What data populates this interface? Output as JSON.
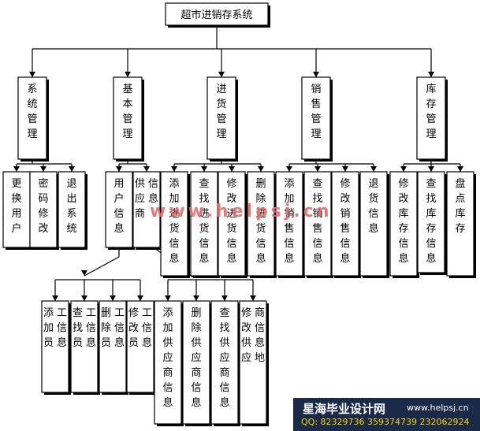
{
  "diagram": {
    "root": "超市进销存系统",
    "modules": [
      {
        "label": "系统管理",
        "children": [
          "更换用户",
          "密码修改",
          "退出系统"
        ]
      },
      {
        "label": "基本管理",
        "children": [
          "用户信息",
          "供应商信息"
        ]
      },
      {
        "label": "进货管理",
        "children": [
          "添加进货信息",
          "查找进货信息",
          "修改进货信息",
          "删除进货信息"
        ]
      },
      {
        "label": "销售管理",
        "children": [
          "添加销售信息",
          "查找销售信息",
          "修改销售信息",
          "退货信息"
        ]
      },
      {
        "label": "库存管理",
        "children": [
          "修改库存信息",
          "查找库存信息",
          "盘点库存"
        ]
      }
    ],
    "user_children": [
      "添加员工信息",
      "查找员工信息",
      "删除员工信息",
      "修改员工信息"
    ],
    "supplier_children": [
      "添加供应商信息",
      "删除供应商信息",
      "查找供应商信息",
      "修改供应商信息地"
    ]
  },
  "watermark": "www.helpsj.cn",
  "footer": {
    "brand": "星海毕业设计网",
    "site": "www.helpsj.cn",
    "qq": "QQ: 82329736  359374739  232062924"
  }
}
